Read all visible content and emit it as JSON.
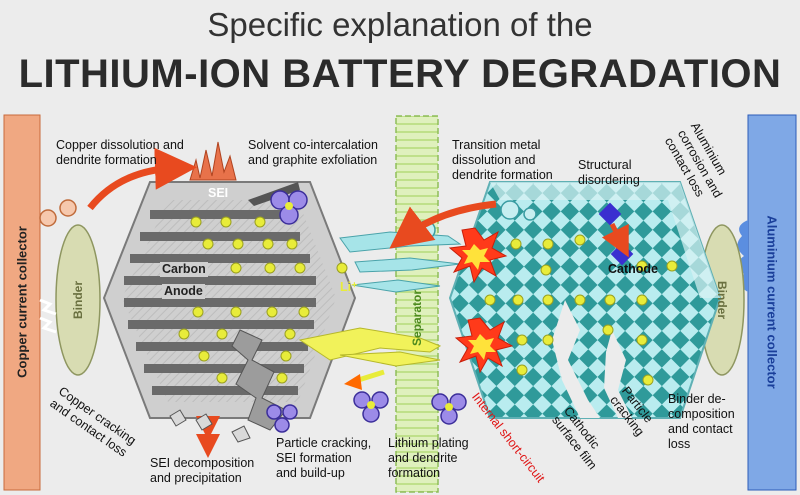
{
  "title": {
    "line1": "Specific explanation of the",
    "line2": "LITHIUM-ION BATTERY DEGRADATION"
  },
  "collectors": {
    "left": "Copper current collector",
    "right": "Aluminium current collector"
  },
  "components": {
    "binder_left": "Binder",
    "binder_right": "Binder",
    "separator": "Separator",
    "sei": "SEI",
    "carbon": "Carbon",
    "anode": "Anode",
    "cathode": "Cathode",
    "li_ion": "Li⁺"
  },
  "annotations": {
    "copper_dissolution": [
      "Copper dissolution and",
      "dendrite formation"
    ],
    "solvent": [
      "Solvent co-intercalation",
      "and graphite exfoliation"
    ],
    "transition_metal": [
      "Transition metal",
      "dissolution and",
      "dendrite formation"
    ],
    "structural": [
      "Structural",
      "disordering"
    ],
    "aluminium_corrosion": [
      "Aluminium",
      "corrosion and",
      "contact loss"
    ],
    "copper_cracking": [
      "Copper cracking",
      "and contact loss"
    ],
    "sei_decomposition": [
      "SEI decomposition",
      "and precipitation"
    ],
    "particle_cracking_anode": [
      "Particle cracking,",
      "SEI formation",
      "and build-up"
    ],
    "lithium_plating": [
      "Lithium plating",
      "and dendrite",
      "formation"
    ],
    "internal_short": "Internal short-circuit",
    "cathodic_film": [
      "Cathodic",
      "surface film"
    ],
    "particle_cracking_cathode": [
      "Particle",
      "cracking"
    ],
    "binder_decomp": [
      "Binder de-",
      "composition",
      "and contact",
      "loss"
    ]
  },
  "colors": {
    "copper": "#f0a882",
    "aluminium": "#7fa8e6",
    "separator": "#cde6a4",
    "particle": "#e8ec3a",
    "cathode_tile": "#2f9a9a",
    "arrow": "#e84a1f",
    "short_text": "#e01414"
  }
}
